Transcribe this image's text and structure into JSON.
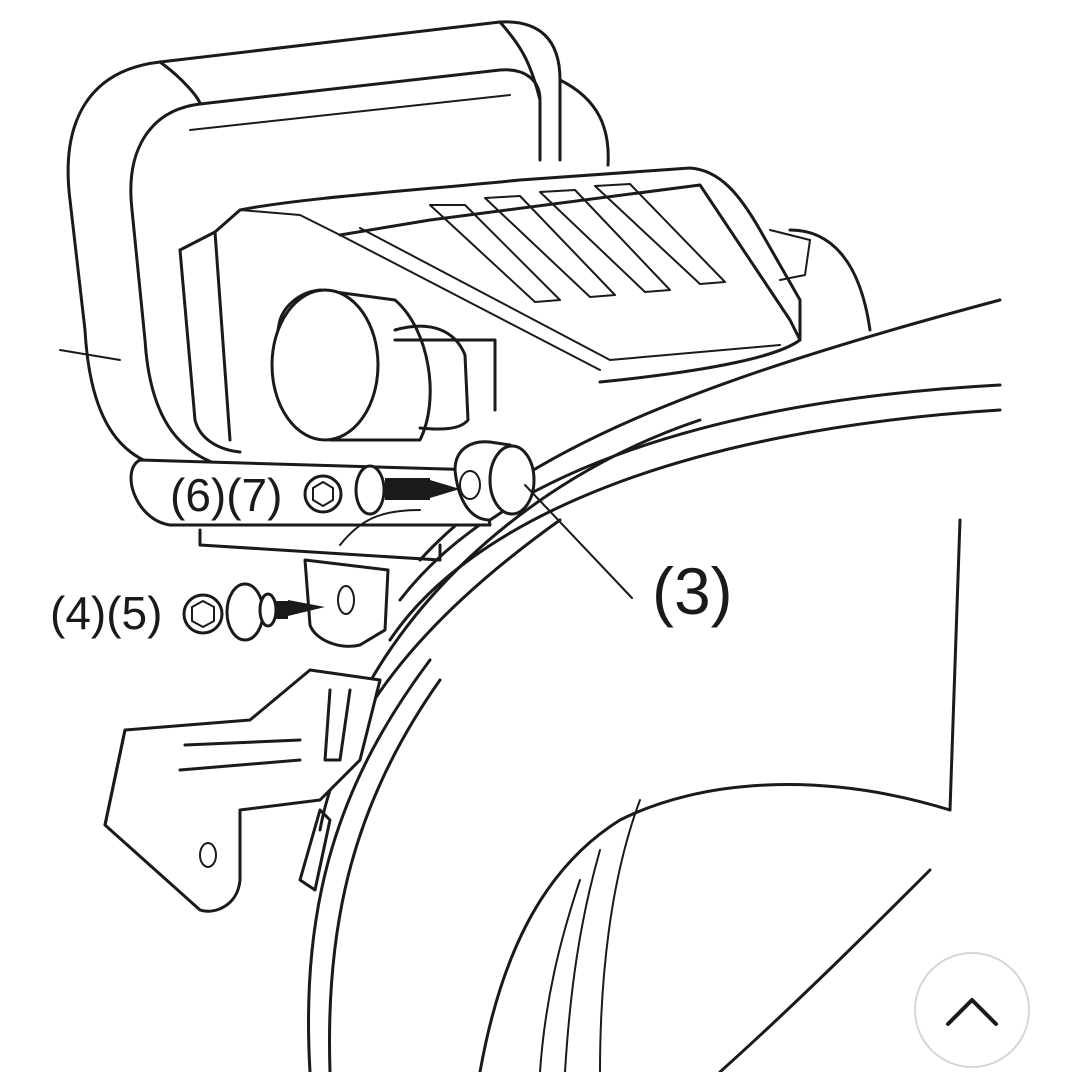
{
  "callouts": {
    "screw_top": "(6)(7)",
    "screw_bottom": "(4)(5)",
    "bracket": "(3)"
  },
  "controls": {
    "scroll_top_icon": "chevron-up-icon"
  },
  "colors": {
    "line": "#1a1a1a",
    "background": "#ffffff",
    "button_border": "#d6d6d6"
  }
}
